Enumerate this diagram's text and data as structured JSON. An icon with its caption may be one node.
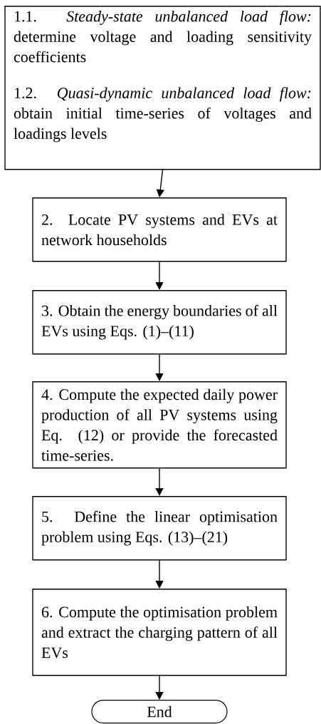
{
  "diagram": {
    "nodes": [
      {
        "text": [
          "1.1. *Steady-state unbalanced load flow:* determine voltage and loading sensitivity coefficients",
          "1.2. *Quasi-dynamic unbalanced load flow:* obtain initial time-series of voltages and loadings levels"
        ]
      },
      {
        "text": [
          "2. Locate PV systems and EVs at network households"
        ]
      },
      {
        "text": [
          "3. Obtain the energy boundaries of all EVs using Eqs. (1)–(11)"
        ]
      },
      {
        "text": [
          "4. Compute the expected daily power production of all PV systems using Eq. (12) or provide the forecasted time-series."
        ]
      },
      {
        "text": [
          "5. Define the linear optimisation problem using Eqs. (13)–(21)"
        ]
      },
      {
        "text": [
          "6. Compute the optimisation problem and extract the charging pattern of all EVs"
        ]
      },
      {
        "text": [
          "End"
        ]
      }
    ],
    "edges": [
      {
        "from": 0,
        "to": 1,
        "arrow": "to"
      },
      {
        "from": 1,
        "to": 2,
        "arrow": "to"
      },
      {
        "from": 2,
        "to": 3,
        "arrow": "to"
      },
      {
        "from": 3,
        "to": 4,
        "arrow": "to"
      },
      {
        "from": 4,
        "to": 5,
        "arrow": "to"
      },
      {
        "from": 5,
        "to": 6,
        "arrow": "to"
      }
    ]
  }
}
